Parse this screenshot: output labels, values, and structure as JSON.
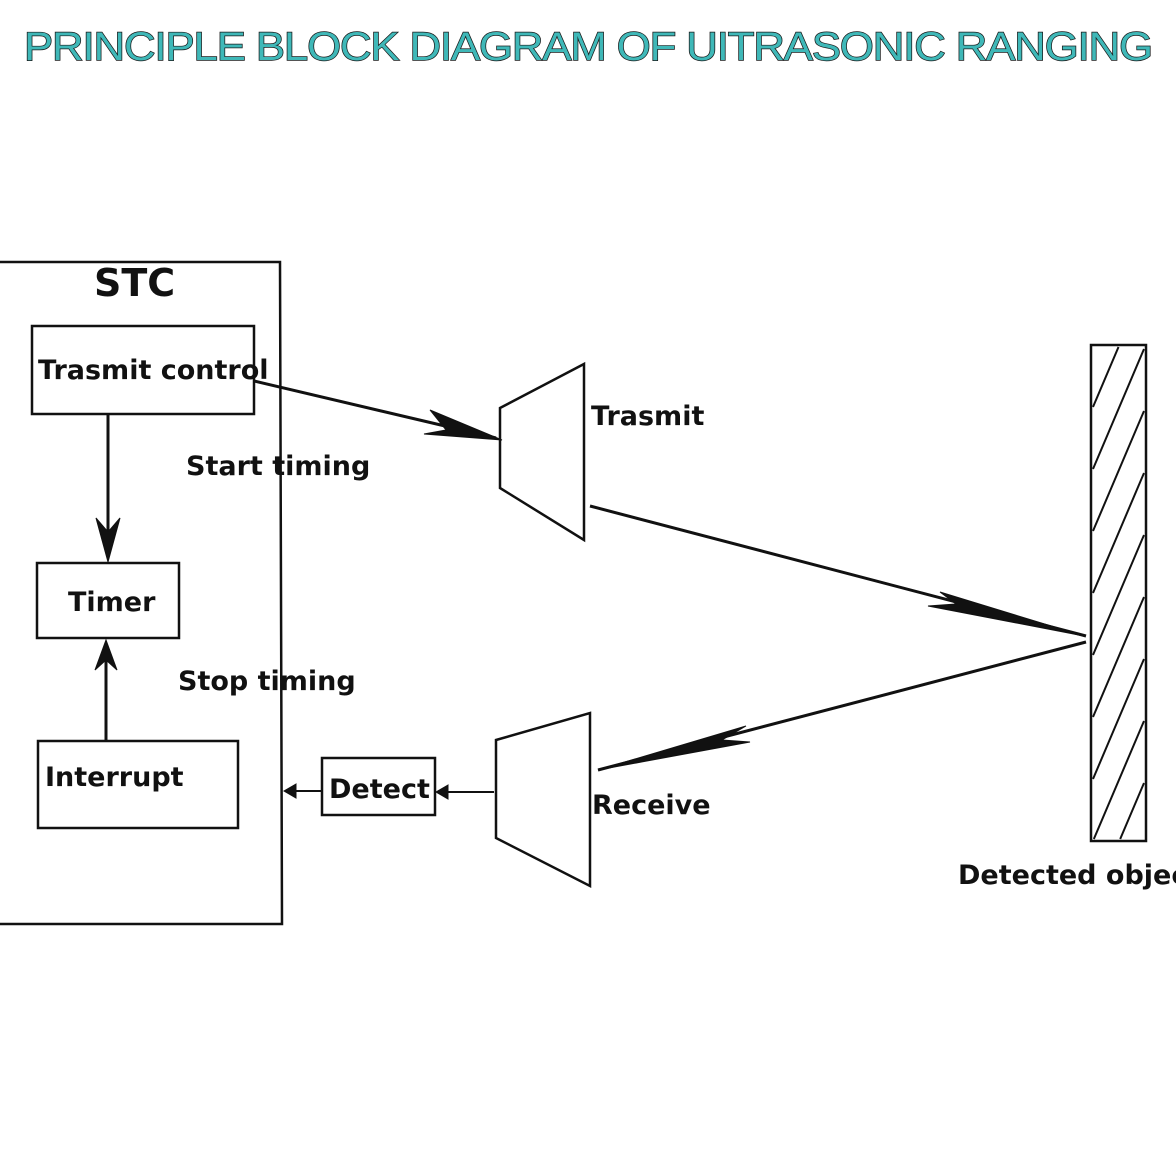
{
  "diagram": {
    "title": "PRINCIPLE BLOCK DIAGRAM OF UITRASONIC RANGING",
    "stc_label": "STC",
    "blocks": {
      "transmit_control": "Trasmit control",
      "timer": "Timer",
      "interrupt": "Interrupt",
      "detect": "Detect"
    },
    "labels": {
      "start_timing": "Start timing",
      "stop_timing": "Stop timing",
      "transmit": "Trasmit",
      "receive": "Receive",
      "detected_object": "Detected object"
    },
    "colors": {
      "title_fill": "#3fb8b8",
      "ink": "#111111"
    }
  }
}
